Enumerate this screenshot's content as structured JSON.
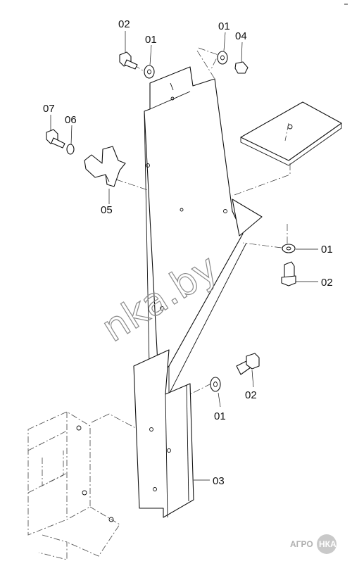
{
  "callouts": {
    "c1": "02",
    "c2": "01",
    "c3": "01",
    "c4": "04",
    "c5": "07",
    "c6": "06",
    "c7": "05",
    "c8": "01",
    "c9": "02",
    "c10": "01",
    "c11": "02",
    "c12": "03"
  },
  "watermark": {
    "text": "nka.by"
  },
  "logo": {
    "left": "АГРО",
    "right": "НКА"
  }
}
